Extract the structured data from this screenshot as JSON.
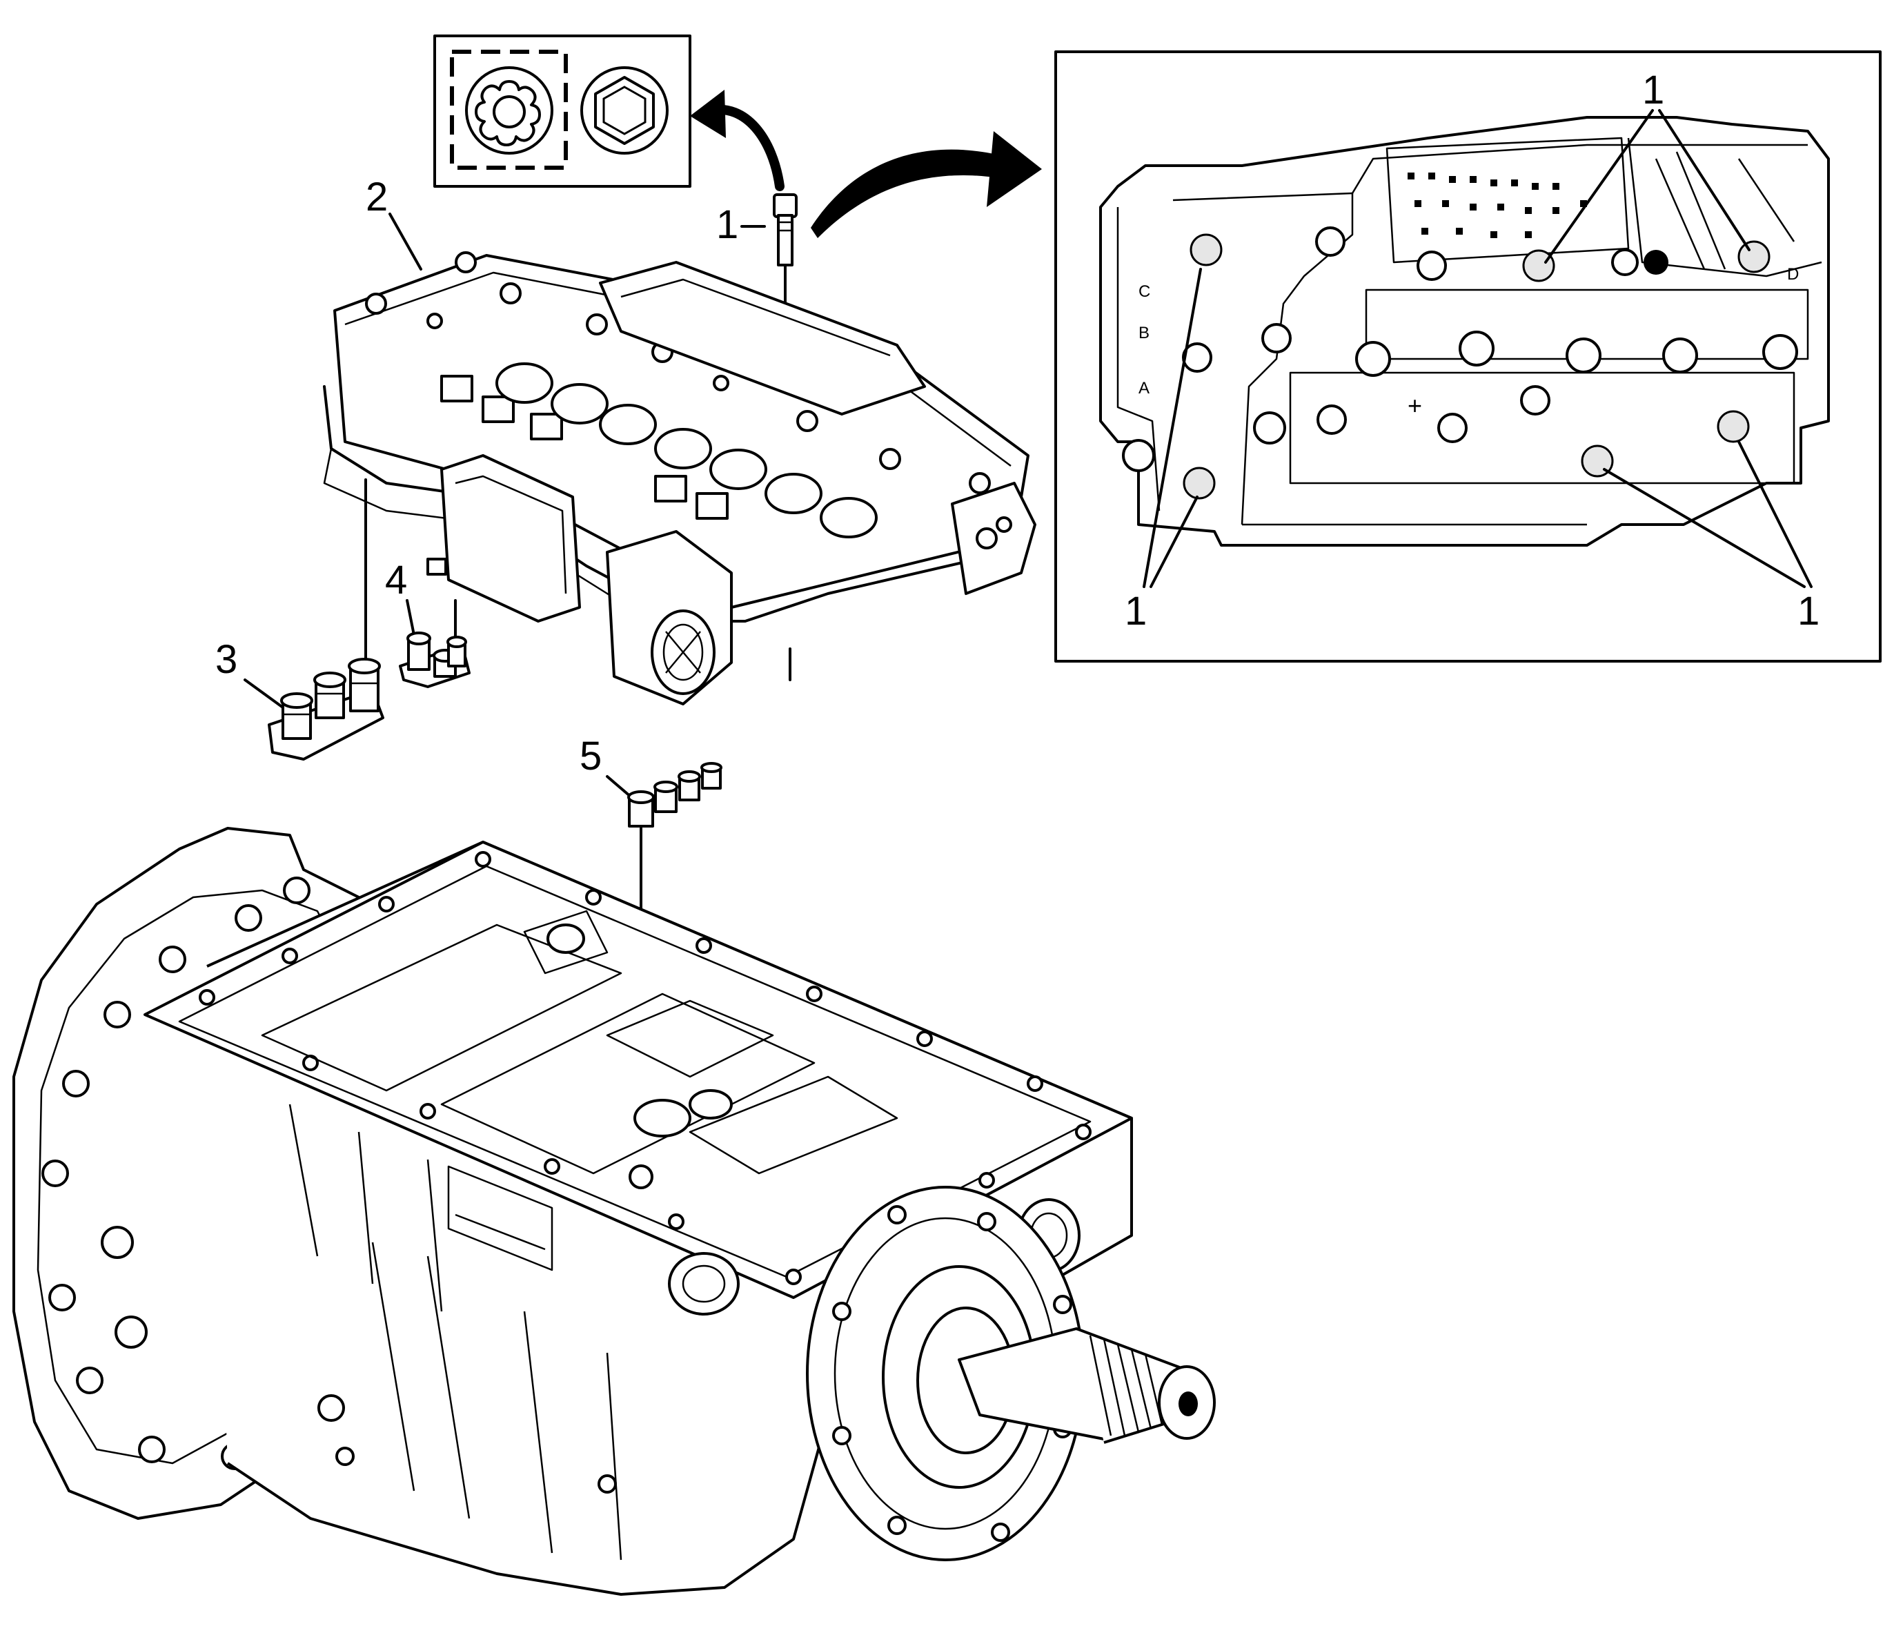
{
  "figure": {
    "callouts": {
      "bolt": "1",
      "control_module": "2",
      "seal_set_left": "3",
      "seal_set_right": "4",
      "sleeves": "5"
    },
    "detail_view": {
      "callout_top": "1",
      "callout_bottom_left": "1",
      "callout_bottom_right": "1",
      "mark_a": "A",
      "mark_b": "B",
      "mark_c": "C",
      "mark_d": "D",
      "mark_plus": "+"
    }
  },
  "colors": {
    "line": "#000000",
    "background": "#ffffff",
    "shade": "#e6e6e6"
  }
}
